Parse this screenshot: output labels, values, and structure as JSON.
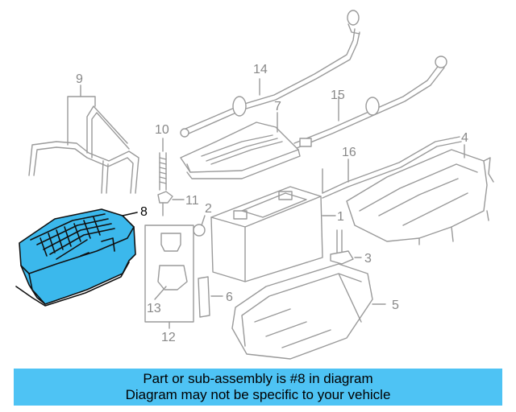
{
  "callouts": {
    "c1": "1",
    "c2": "2",
    "c3": "3",
    "c4": "4",
    "c5": "5",
    "c6": "6",
    "c7": "7",
    "c8": "8",
    "c9": "9",
    "c10": "10",
    "c11": "11",
    "c12": "12",
    "c13": "13",
    "c14": "14",
    "c15": "15",
    "c16": "16"
  },
  "highlight": {
    "part_number": "8",
    "color": "#3bb8ec"
  },
  "banner": {
    "line1": "Part or sub-assembly is #8 in diagram",
    "line2": "Diagram may not be specific to your vehicle",
    "background": "#4ec3f4"
  }
}
